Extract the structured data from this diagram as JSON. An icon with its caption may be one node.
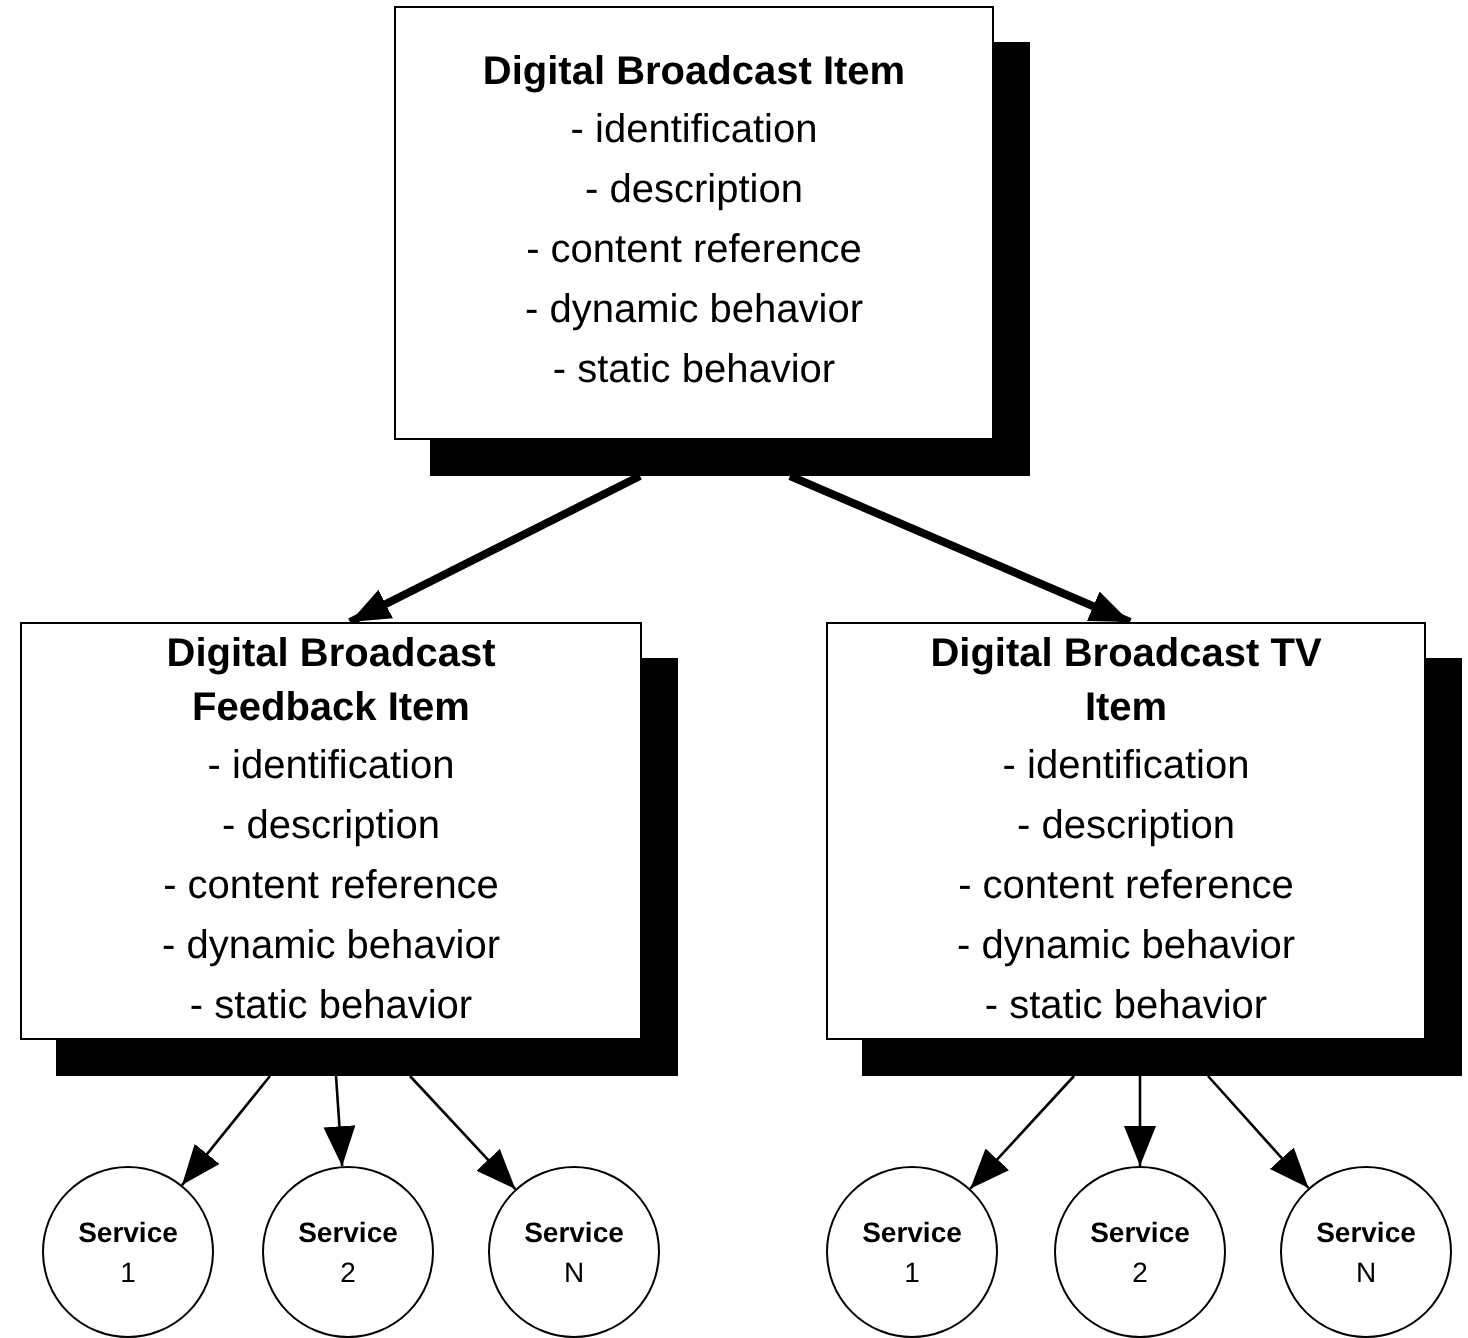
{
  "diagram": {
    "nodes": [
      {
        "text": [
          "Digital Broadcast Item",
          "- identification",
          "- description",
          "- content reference",
          "- dynamic behavior",
          "- static behavior"
        ]
      },
      {
        "text": [
          "Digital Broadcast Feedback Item",
          "- identification",
          "- description",
          "- content reference",
          "- dynamic behavior",
          "- static behavior"
        ]
      },
      {
        "text": [
          "Digital Broadcast TV Item",
          "- identification",
          "- description",
          "- content reference",
          "- dynamic behavior",
          "- static behavior"
        ]
      },
      {
        "text": [
          "Service",
          "1"
        ]
      },
      {
        "text": [
          "Service",
          "2"
        ]
      },
      {
        "text": [
          "Service",
          "N"
        ]
      },
      {
        "text": [
          "Service",
          "1"
        ]
      },
      {
        "text": [
          "Service",
          "2"
        ]
      },
      {
        "text": [
          "Service",
          "N"
        ]
      }
    ],
    "edges": [
      {
        "from": 0,
        "to": 1,
        "arrow": "to",
        "style": "thick"
      },
      {
        "from": 0,
        "to": 2,
        "arrow": "to",
        "style": "thick"
      },
      {
        "from": 1,
        "to": 3,
        "arrow": "to"
      },
      {
        "from": 1,
        "to": 4,
        "arrow": "to"
      },
      {
        "from": 1,
        "to": 5,
        "arrow": "to"
      },
      {
        "from": 2,
        "to": 6,
        "arrow": "to"
      },
      {
        "from": 2,
        "to": 7,
        "arrow": "to"
      },
      {
        "from": 2,
        "to": 8,
        "arrow": "to"
      }
    ]
  }
}
